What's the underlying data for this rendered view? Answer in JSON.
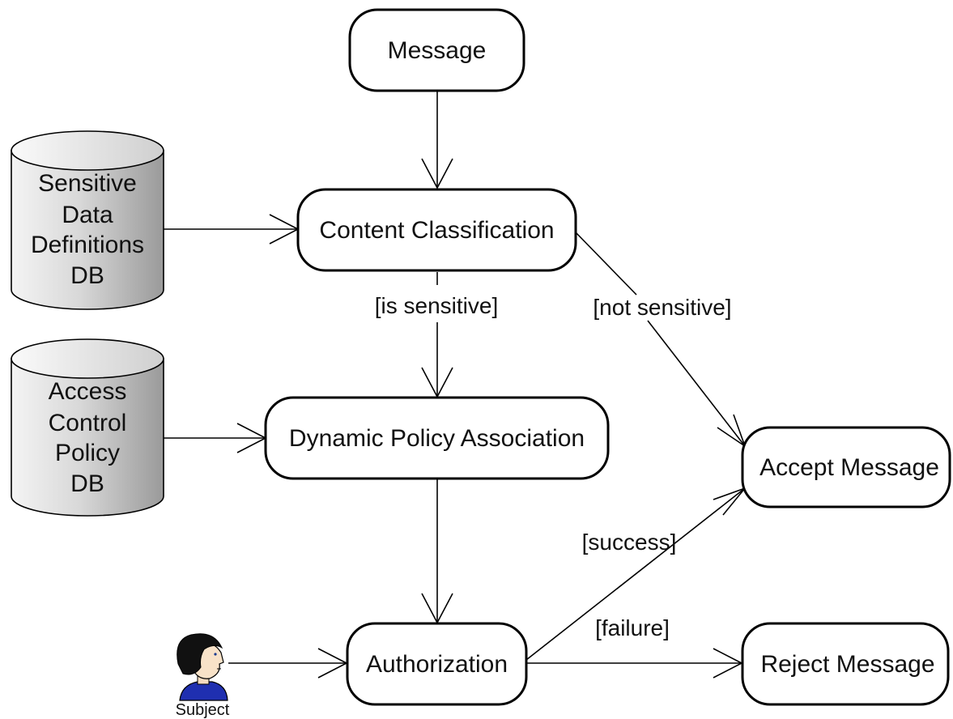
{
  "nodes": {
    "message": "Message",
    "content_classification": "Content Classification",
    "dynamic_policy_association": "Dynamic Policy Association",
    "authorization": "Authorization",
    "accept_message": "Accept Message",
    "reject_message": "Reject Message"
  },
  "databases": {
    "sensitive_data": [
      "Sensitive",
      "Data",
      "Definitions",
      "DB"
    ],
    "access_control": [
      "Access",
      "Control",
      "Policy",
      "DB"
    ]
  },
  "guards": {
    "is_sensitive": "[is sensitive]",
    "not_sensitive": "[not sensitive]",
    "success": "[success]",
    "failure": "[failure]"
  },
  "actor": {
    "label": "Subject",
    "icon": "person-icon"
  },
  "colors": {
    "db_light": "#f2f2f2",
    "db_dark": "#9a9a9a",
    "actor_shirt": "#1f2fb0",
    "actor_hair": "#111111"
  }
}
